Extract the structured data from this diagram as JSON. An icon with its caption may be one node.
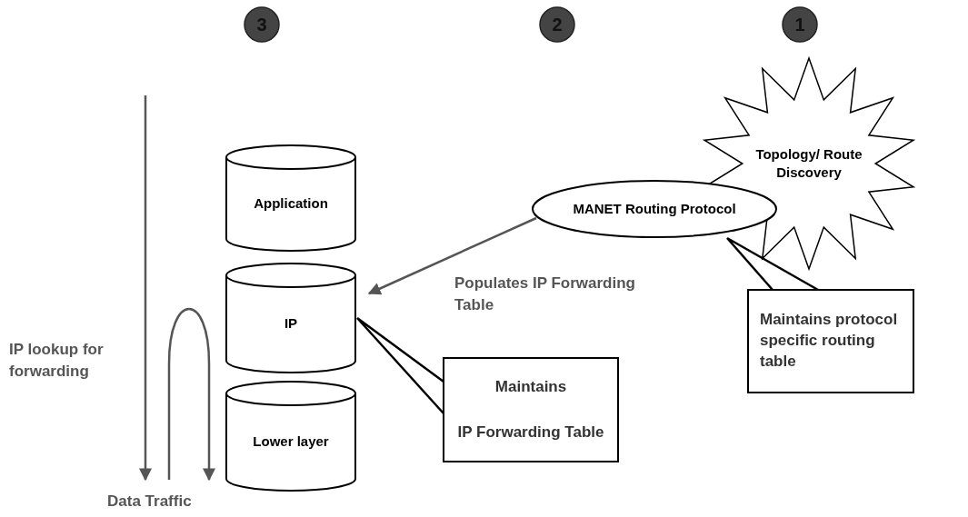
{
  "diagram": {
    "nodes": [
      {
        "text": [
          "3"
        ]
      },
      {
        "text": [
          "2"
        ]
      },
      {
        "text": [
          "1"
        ]
      },
      {
        "text": [
          "Topology/ Route Discovery"
        ]
      },
      {
        "text": [
          "Application"
        ]
      },
      {
        "text": [
          "MANET Routing Protocol"
        ]
      },
      {
        "text": [
          "IP"
        ]
      },
      {
        "text": [
          "Maintains protocol specific routing table"
        ]
      },
      {
        "text": [
          "Maintains",
          "IP Forwarding Table"
        ]
      },
      {
        "text": [
          "Lower layer"
        ]
      }
    ],
    "edges": [
      {
        "from": 5,
        "to": 6,
        "arrow": "to",
        "label": "Populates IP Forwarding Table",
        "color": "#555555"
      },
      {
        "from": 7,
        "to": 5,
        "arrow": "none"
      },
      {
        "from": 8,
        "to": 6,
        "arrow": "none"
      }
    ],
    "labels": [
      "IP lookup for forwarding",
      "Data Traffic"
    ]
  }
}
